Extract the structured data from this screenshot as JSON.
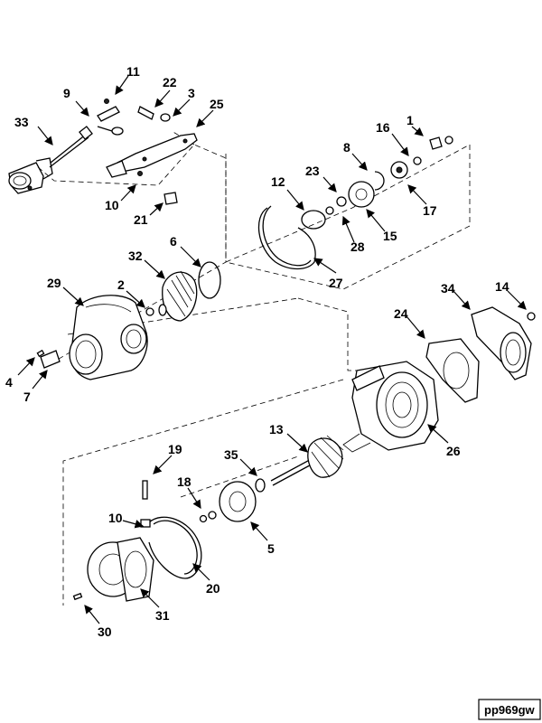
{
  "labels": {
    "p1": "1",
    "p2": "2",
    "p3": "3",
    "p4": "4",
    "p5": "5",
    "p6": "6",
    "p7": "7",
    "p8": "8",
    "p9": "9",
    "p10a": "10",
    "p10b": "10",
    "p11": "11",
    "p12": "12",
    "p13": "13",
    "p14": "14",
    "p15": "15",
    "p16": "16",
    "p17": "17",
    "p18": "18",
    "p19": "19",
    "p20": "20",
    "p21": "21",
    "p22": "22",
    "p23": "23",
    "p24": "24",
    "p25": "25",
    "p26": "26",
    "p27": "27",
    "p28": "28",
    "p29": "29",
    "p30": "30",
    "p31": "31",
    "p32": "32",
    "p33": "33",
    "p34": "34",
    "p35": "35"
  },
  "figure_code": "pp969gw"
}
